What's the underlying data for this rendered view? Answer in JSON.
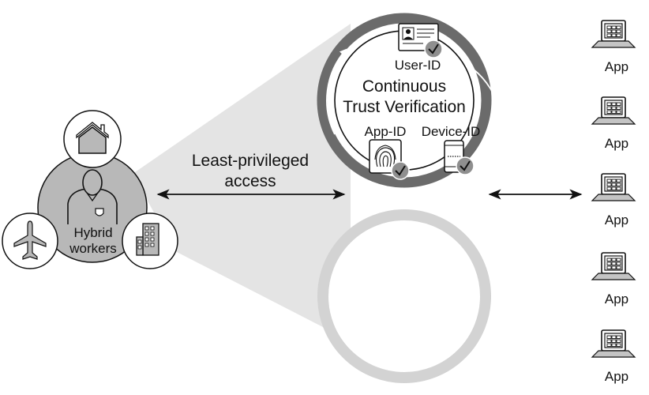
{
  "colors": {
    "dark_gray": "#6b6b6b",
    "mid_gray": "#b8b8b8",
    "light_gray": "#d0d0d0",
    "cone_gray": "#e2e2e2",
    "black": "#111111"
  },
  "hub": {
    "label_line1": "Hybrid",
    "label_line2": "workers",
    "icons": [
      "house-icon",
      "worker-icon",
      "airplane-icon",
      "office-building-icon"
    ]
  },
  "connection": {
    "label_line1": "Least-privileged",
    "label_line2": "access"
  },
  "verification": {
    "title_line1": "Continuous",
    "title_line2": "Trust Verification",
    "user_id_label": "User-ID",
    "app_id_label": "App-ID",
    "device_id_label": "Device-ID",
    "icons": [
      "id-card-icon",
      "fingerprint-icon",
      "smartphone-icon",
      "checkmark-icon"
    ]
  },
  "apps": [
    {
      "label": "App"
    },
    {
      "label": "App"
    },
    {
      "label": "App"
    },
    {
      "label": "App"
    },
    {
      "label": "App"
    }
  ]
}
